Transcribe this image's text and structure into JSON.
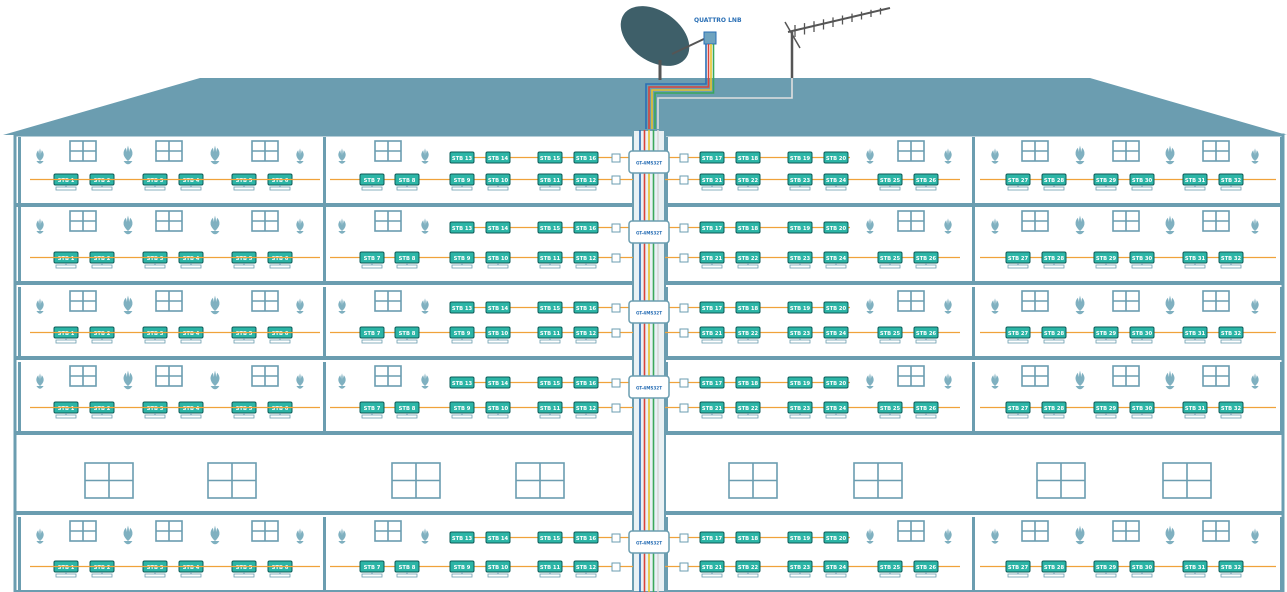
{
  "roof": {
    "lnb_label": "QUATTRO LNB",
    "dish_icon": "satellite-dish-icon",
    "antenna_icon": "terrestrial-antenna-icon"
  },
  "multiswitch_label": "GT-4MS32T",
  "stb_prefix": "STB",
  "rooms": {
    "upper_left_outer": {
      "stbs": [
        1,
        2,
        3,
        4,
        5,
        6
      ]
    },
    "upper_left_inner": {
      "top_stbs": [
        13,
        14,
        15,
        16
      ],
      "bottom_stbs": [
        7,
        8,
        9,
        10,
        11,
        12
      ]
    },
    "upper_right_inner": {
      "top_stbs": [
        17,
        18,
        19,
        20
      ],
      "bottom_stbs": [
        21,
        22,
        23,
        24,
        25,
        26
      ]
    },
    "upper_right_outer": {
      "stbs": [
        27,
        28,
        29,
        30,
        31,
        32
      ]
    }
  },
  "floors_with_distribution": 5,
  "empty_floor_windows": 8,
  "colors": {
    "wall": "#6b9db0",
    "roof": "#6b9db0",
    "stb_fill": "#2cb5a6",
    "stb_border": "#0d5c58",
    "coax": "#f0a23b",
    "riser_blue": "#2a6fb5",
    "riser_red": "#d9443a",
    "riser_yellow": "#e8c22c",
    "riser_green": "#3aa85a",
    "plant": "#7fb0c0",
    "dish": "#3e5f69"
  }
}
